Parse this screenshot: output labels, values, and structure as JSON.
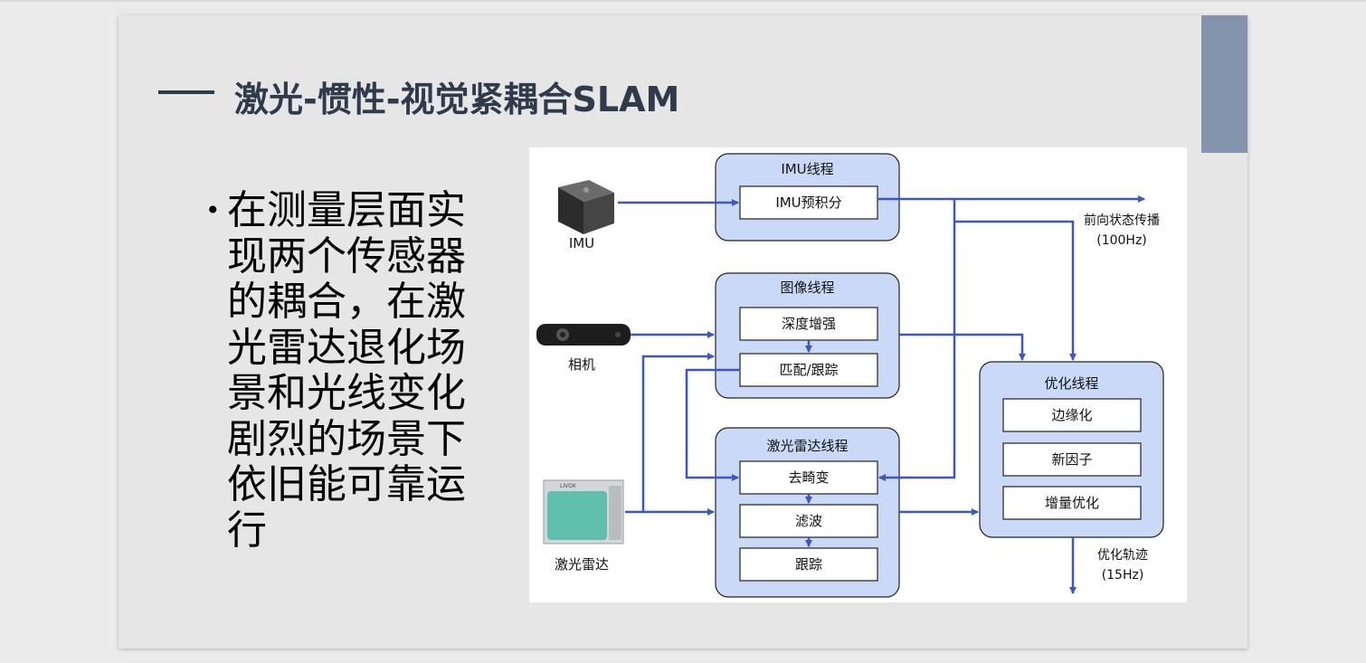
{
  "slide": {
    "title": "激光-惯性-视觉紧耦合SLAM",
    "bullet": "在测量层面实现两个传感器的耦合，在激光雷达退化场景和光线变化剧烈的场景下依旧能可靠运行"
  },
  "diagram": {
    "sensors": {
      "imu": "IMU",
      "camera": "相机",
      "lidar": "激光雷达"
    },
    "imu_thread": {
      "title": "IMU线程",
      "step1": "IMU预积分"
    },
    "image_thread": {
      "title": "图像线程",
      "step1": "深度增强",
      "step2": "匹配/跟踪"
    },
    "lidar_thread": {
      "title": "激光雷达线程",
      "step1": "去畸变",
      "step2": "滤波",
      "step3": "跟踪"
    },
    "opt_thread": {
      "title": "优化线程",
      "step1": "边缘化",
      "step2": "新因子",
      "step3": "增量优化"
    },
    "outputs": {
      "forward_line1": "前向状态传播",
      "forward_line2": "(100Hz)",
      "traj_line1": "优化轨迹",
      "traj_line2": "(15Hz)"
    },
    "colors": {
      "box_fill": "#cad9f7",
      "arrow": "#3d56c4",
      "device_teal": "#5ec0ad"
    }
  }
}
